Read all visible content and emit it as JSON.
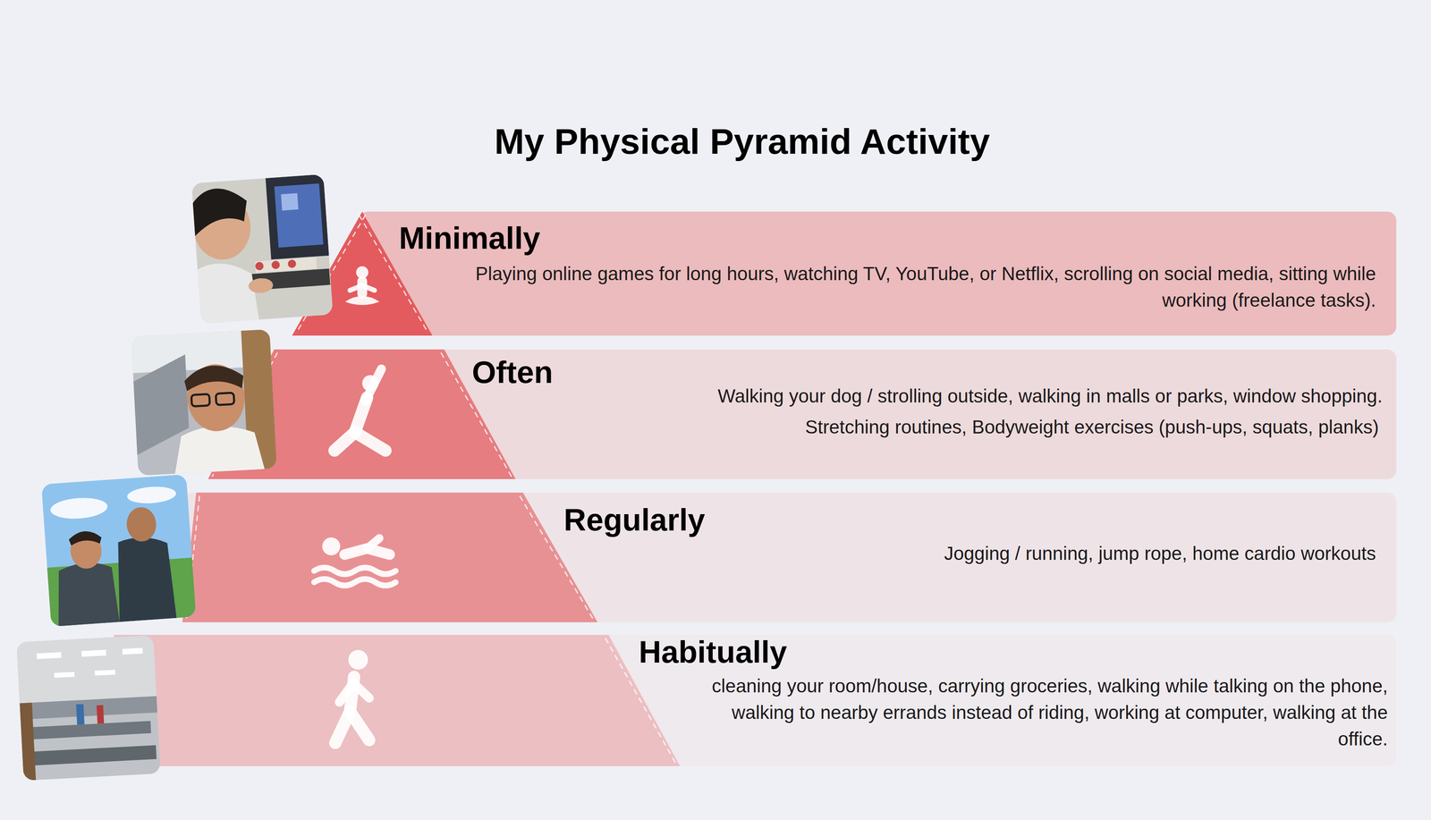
{
  "diagram": {
    "title": "My Physical Pyramid Activity",
    "nodes": [
      {
        "text": [
          "Minimally",
          "Playing online games for long hours, watching TV, YouTube, or Netflix, scrolling on social media, sitting while working (freelance tasks)."
        ]
      },
      {
        "text": [
          "Often",
          "Walking your dog / strolling outside, walking in malls or parks, window shopping.",
          "Stretching routines, Bodyweight exercises (push-ups, squats, planks)"
        ]
      },
      {
        "text": [
          "Regularly",
          "Jogging / running, jump rope, home cardio workouts"
        ]
      },
      {
        "text": [
          "Habitually",
          "cleaning your room/house, carrying groceries, walking while talking on the phone, walking to nearby errands instead of riding, working at computer, walking at the office."
        ]
      }
    ]
  }
}
